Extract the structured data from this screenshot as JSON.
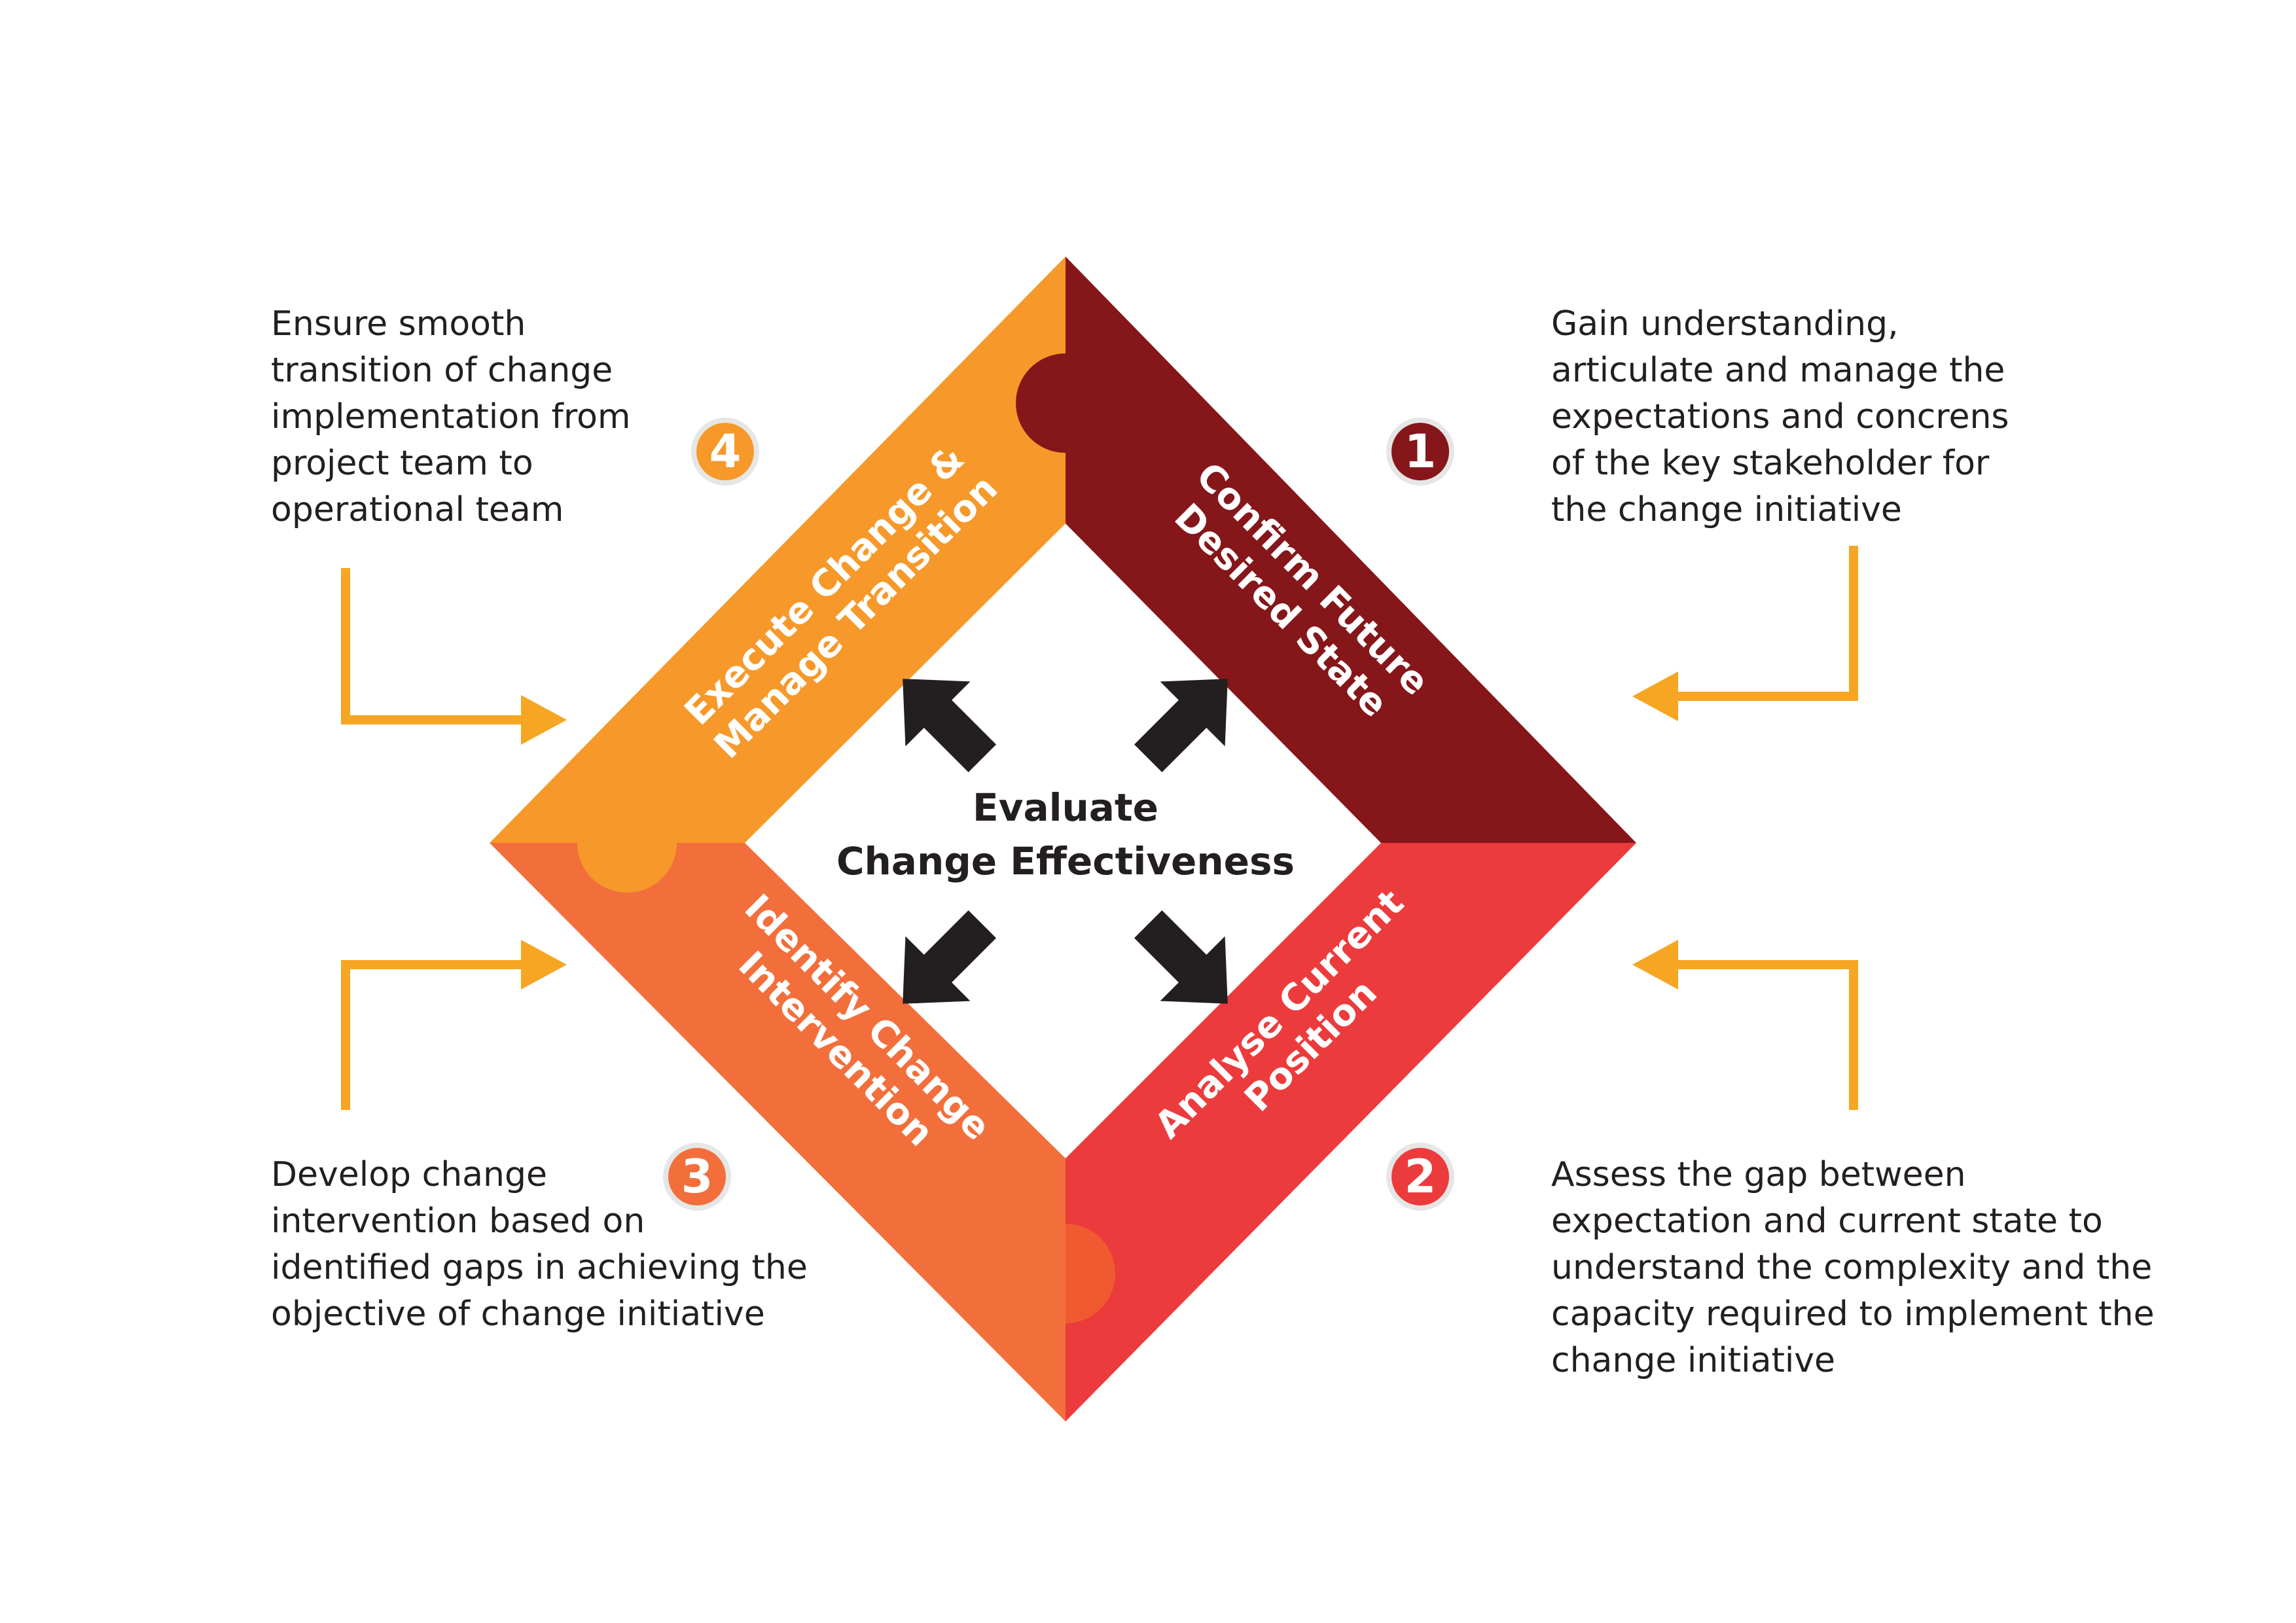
{
  "colors": {
    "step1": "#85161a",
    "step2": "#ec3b3c",
    "step3": "#f26f3c",
    "step4": "#f6992a",
    "arrow": "#f6a623",
    "text": "#231f20"
  },
  "center": {
    "line1": "Evaluate",
    "line2": "Change Effectiveness"
  },
  "steps": [
    {
      "number": "1",
      "label_line1": "Confirm  Future",
      "label_line2": "Desired State",
      "description": [
        "Gain understanding,",
        "articulate and manage the",
        "expectations and concrens",
        "of the key stakeholder for",
        "the change initiative"
      ]
    },
    {
      "number": "2",
      "label_line1": "Analyse Current",
      "label_line2": "Position",
      "description": [
        "Assess the gap between",
        "expectation and current state to",
        "understand the complexity and the",
        "capacity required to implement the",
        "change initiative"
      ]
    },
    {
      "number": "3",
      "label_line1": "Identify Change",
      "label_line2": "Intervention",
      "description": [
        "Develop change",
        "intervention based on",
        "identified gaps in achieving the",
        "objective of change initiative"
      ]
    },
    {
      "number": "4",
      "label_line1": "Execute Change &",
      "label_line2": "Manage Transition",
      "description": [
        "Ensure smooth",
        "transition of change",
        "implementation from",
        "project team to",
        "operational team"
      ]
    }
  ]
}
